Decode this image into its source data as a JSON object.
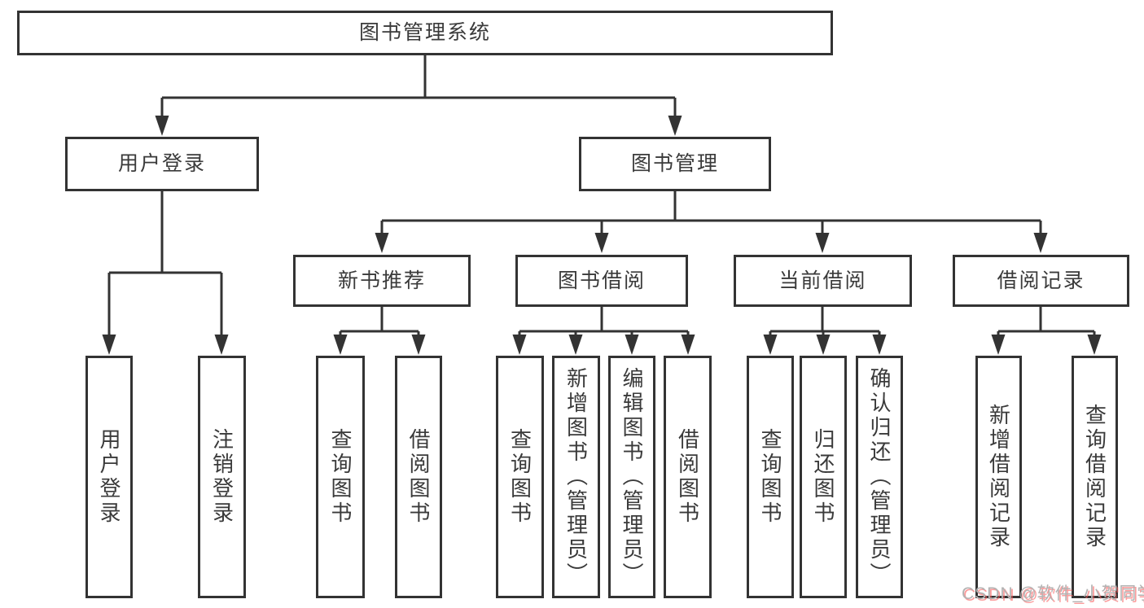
{
  "diagram": {
    "root": {
      "label": "图书管理系统"
    },
    "branches": [
      {
        "label": "用户登录",
        "children": [
          {
            "label": "用户登录"
          },
          {
            "label": "注销登录"
          }
        ]
      },
      {
        "label": "图书管理",
        "children": [
          {
            "label": "新书推荐",
            "children": [
              {
                "label": "查询图书"
              },
              {
                "label": "借阅图书"
              }
            ]
          },
          {
            "label": "图书借阅",
            "children": [
              {
                "label": "查询图书"
              },
              {
                "label": "新增图书（管理员）"
              },
              {
                "label": "编辑图书（管理员）"
              },
              {
                "label": "借阅图书"
              }
            ]
          },
          {
            "label": "当前借阅",
            "children": [
              {
                "label": "查询图书"
              },
              {
                "label": "归还图书"
              },
              {
                "label": "确认归还（管理员）"
              }
            ]
          },
          {
            "label": "借阅记录",
            "children": [
              {
                "label": "新增借阅记录"
              },
              {
                "label": "查询借阅记录"
              }
            ]
          }
        ]
      }
    ]
  },
  "watermark": {
    "text": "CSDN @软件_小贺同学"
  },
  "colors": {
    "line": "#333333",
    "text": "#3a3a3a",
    "background": "#ffffff",
    "watermark_text": "#b3b3b3",
    "watermark_shadow": "#f85a5a"
  }
}
